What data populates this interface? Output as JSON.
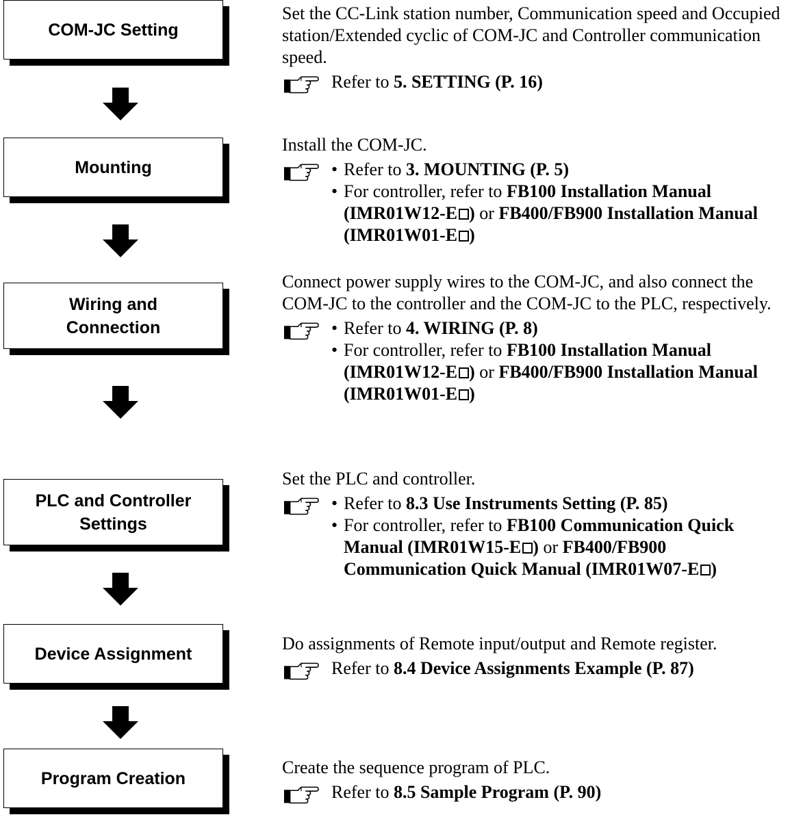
{
  "steps": [
    {
      "box_lines": [
        "COM-JC Setting"
      ],
      "desc": "Set the CC-Link station number, Communication speed and Occupied station/Extended cyclic of COM-JC and Controller communication speed.",
      "ref": {
        "prefix": "Refer to ",
        "bold": "5. SETTING (P. 16)"
      }
    },
    {
      "box_lines": [
        "Mounting"
      ],
      "desc": "Install the COM-JC.",
      "bullet1": {
        "prefix": "Refer to ",
        "bold": "3. MOUNTING (P. 5)"
      },
      "bullet2": {
        "prefix": "For controller, refer to ",
        "bold1": "FB100 Installation Manual (IMR01W12-E",
        "close1": ")",
        "mid": " or ",
        "bold2": "FB400/FB900 Installation Manual (IMR01W01-E",
        "close2": ")"
      }
    },
    {
      "box_lines": [
        "Wiring and",
        "Connection"
      ],
      "desc": "Connect power supply wires to the COM-JC, and also connect the COM-JC to the controller and the COM-JC to the PLC, respectively.",
      "bullet1": {
        "prefix": "Refer to ",
        "bold": "4. WIRING (P. 8)"
      },
      "bullet2": {
        "prefix": "For controller, refer to ",
        "bold1": "FB100 Installation Manual (IMR01W12-E",
        "close1": ")",
        "mid": " or ",
        "bold2": "FB400/FB900 Installation Manual (IMR01W01-E",
        "close2": ")"
      }
    },
    {
      "box_lines": [
        "PLC and Controller",
        "Settings"
      ],
      "desc": "Set the PLC and controller.",
      "bullet1": {
        "prefix": "Refer to ",
        "bold": "8.3 Use Instruments Setting (P. 85)"
      },
      "bullet2": {
        "prefix": "For controller, refer to ",
        "bold1": "FB100 Communication Quick Manual (IMR01W15-E",
        "close1": ")",
        "mid": " or ",
        "bold2": "FB400/FB900 Communication Quick Manual (IMR01W07-E",
        "close2": ")"
      }
    },
    {
      "box_lines": [
        "Device Assignment"
      ],
      "desc": "Do assignments of Remote input/output and Remote register.",
      "ref": {
        "prefix": "Refer to ",
        "bold": "8.4 Device Assignments Example (P. 87)"
      }
    },
    {
      "box_lines": [
        "Program Creation"
      ],
      "desc": "Create the sequence program of PLC.",
      "ref": {
        "prefix": "Refer to ",
        "bold": "8.5 Sample Program (P. 90)"
      }
    }
  ]
}
